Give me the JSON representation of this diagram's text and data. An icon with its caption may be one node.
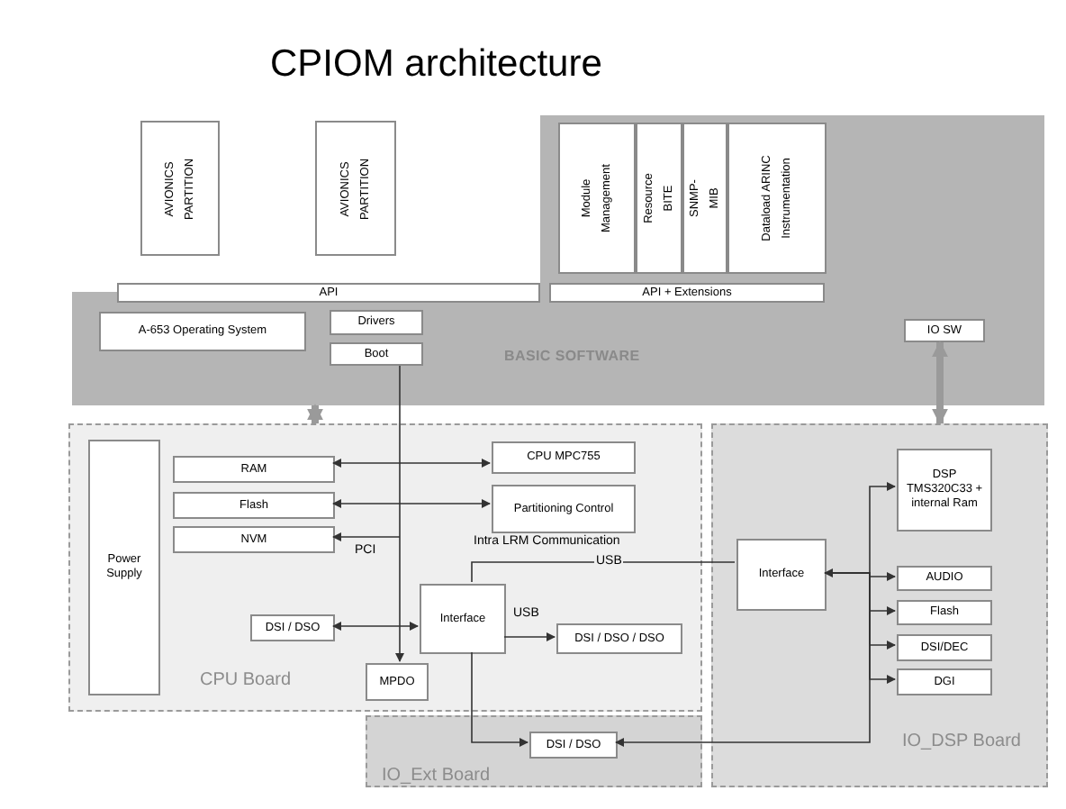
{
  "diagram": {
    "title": "CPIOM architecture",
    "nodes": [
      {
        "text": [
          "AVIONICS PARTITION"
        ]
      },
      {
        "text": [
          "AVIONICS PARTITION"
        ]
      },
      {
        "text": [
          "BASIC SOFTWARE"
        ]
      },
      {
        "text": [
          "Module Management"
        ],
        "in": 2
      },
      {
        "text": [
          "Resource BITE"
        ],
        "in": 2
      },
      {
        "text": [
          "SNMP-MIB"
        ],
        "in": 2
      },
      {
        "text": [
          "Dataload ARINC Instrumentation"
        ],
        "in": 2
      },
      {
        "text": [
          "API"
        ],
        "in": 2
      },
      {
        "text": [
          "API + Extensions"
        ],
        "in": 2
      },
      {
        "text": [
          "A-653 Operating System"
        ],
        "in": 2
      },
      {
        "text": [
          "Drivers"
        ],
        "in": 2
      },
      {
        "text": [
          "Boot"
        ],
        "in": 2
      },
      {
        "text": [
          "IO SW"
        ],
        "in": 2
      },
      {
        "text": [
          "CPU Board"
        ]
      },
      {
        "text": [
          "Power Supply"
        ],
        "in": 13
      },
      {
        "text": [
          "RAM"
        ],
        "in": 13
      },
      {
        "text": [
          "Flash"
        ],
        "in": 13
      },
      {
        "text": [
          "NVM"
        ],
        "in": 13
      },
      {
        "text": [
          "CPU MPC755"
        ],
        "in": 13
      },
      {
        "text": [
          "Partitioning Control"
        ],
        "in": 13
      },
      {
        "text": [
          "DSI / DSO"
        ],
        "in": 13
      },
      {
        "text": [
          "Interface"
        ],
        "in": 13
      },
      {
        "text": [
          "DSI / DSO / DSO"
        ],
        "in": 13
      },
      {
        "text": [
          "MPDO"
        ],
        "in": 13
      },
      {
        "text": [
          "IO_DSP Board"
        ]
      },
      {
        "text": [
          "DSP TMS320C33 + internal Ram"
        ],
        "in": 24
      },
      {
        "text": [
          "Interface"
        ],
        "in": 24
      },
      {
        "text": [
          "AUDIO"
        ],
        "in": 24
      },
      {
        "text": [
          "Flash"
        ],
        "in": 24
      },
      {
        "text": [
          "DSI/DEC"
        ],
        "in": 24
      },
      {
        "text": [
          "DGI"
        ],
        "in": 24
      },
      {
        "text": [
          "IO_Ext Board"
        ]
      },
      {
        "text": [
          "DSI / DSO"
        ],
        "in": 31
      }
    ],
    "edges": [
      {
        "from": 2,
        "to": 13,
        "arrow": "both",
        "style": "thick",
        "color": "#9a9a9a"
      },
      {
        "from": 12,
        "to": 24,
        "arrow": "both",
        "style": "thick",
        "color": "#9a9a9a"
      },
      {
        "from": 15,
        "to": 18,
        "arrow": "both"
      },
      {
        "from": 16,
        "to": 19,
        "arrow": "both"
      },
      {
        "from": null,
        "to": 17,
        "arrow": "to"
      },
      {
        "from": 11,
        "to": 23,
        "arrow": "to"
      },
      {
        "from": 21,
        "to": 20,
        "arrow": "both"
      },
      {
        "from": 21,
        "to": 22,
        "arrow": "to",
        "label": "USB"
      },
      {
        "from": 21,
        "to": 26,
        "arrow": "none",
        "label": "USB"
      },
      {
        "from": 21,
        "to": 32,
        "arrow": "to"
      },
      {
        "from": 26,
        "to": 25,
        "arrow": "both"
      },
      {
        "from": 26,
        "to": 27,
        "arrow": "to"
      },
      {
        "from": 26,
        "to": 28,
        "arrow": "to"
      },
      {
        "from": 26,
        "to": 29,
        "arrow": "to"
      },
      {
        "from": 26,
        "to": 30,
        "arrow": "to"
      },
      {
        "from": 26,
        "to": 32,
        "arrow": "to"
      }
    ],
    "labels": [
      "PCI",
      "Intra LRM Communication"
    ]
  }
}
